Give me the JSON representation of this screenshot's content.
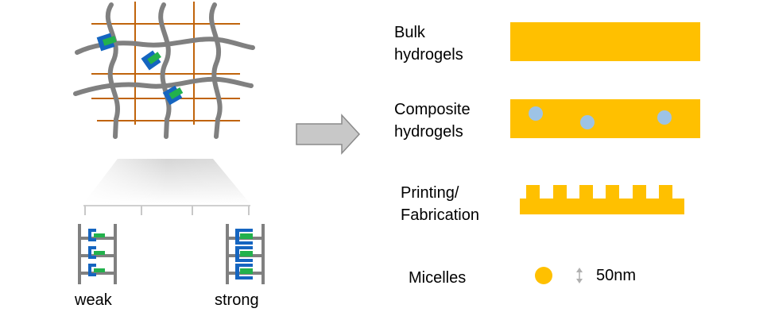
{
  "colors": {
    "orange_grid": "#C0640C",
    "gray_chain": "#808080",
    "blue_host": "#1565C0",
    "green_guest": "#22B14C",
    "gold": "#FFC000",
    "light_blue": "#9DC3E6",
    "arrow_fill": "#C8C8C8",
    "arrow_stroke": "#8A8A8A"
  },
  "left": {
    "weak_label": "weak",
    "strong_label": "strong"
  },
  "right": {
    "bulk_line1": "Bulk",
    "bulk_line2": "hydrogels",
    "composite_line1": "Composite",
    "composite_line2": "hydrogels",
    "printing_line1": "Printing/",
    "printing_line2": "Fabrication",
    "micelles_label": "Micelles",
    "scale_label": "50nm"
  }
}
